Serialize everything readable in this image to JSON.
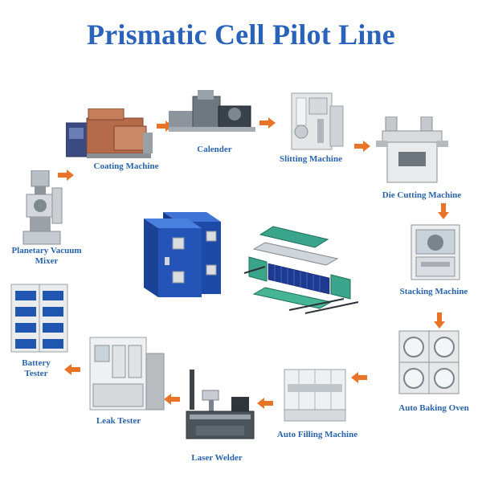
{
  "title": "Prismatic Cell Pilot Line",
  "stages": {
    "mixer": "Planetary Vacuum Mixer",
    "coating": "Coating Machine",
    "calender": "Calender",
    "slitting": "Slitting Machine",
    "die_cutting": "Die Cutting Machine",
    "stacking": "Stacking Machine",
    "baking": "Auto Baking Oven",
    "filling": "Auto Filling Machine",
    "laser": "Laser Welder",
    "leak": "Leak Tester",
    "battery": "Battery Tester"
  },
  "colors": {
    "title": "#2a63b9",
    "label": "#2a63a9",
    "arrow": "#e8742a",
    "cell_blue": "#1f4fb0",
    "module_green": "#3aa58a"
  }
}
